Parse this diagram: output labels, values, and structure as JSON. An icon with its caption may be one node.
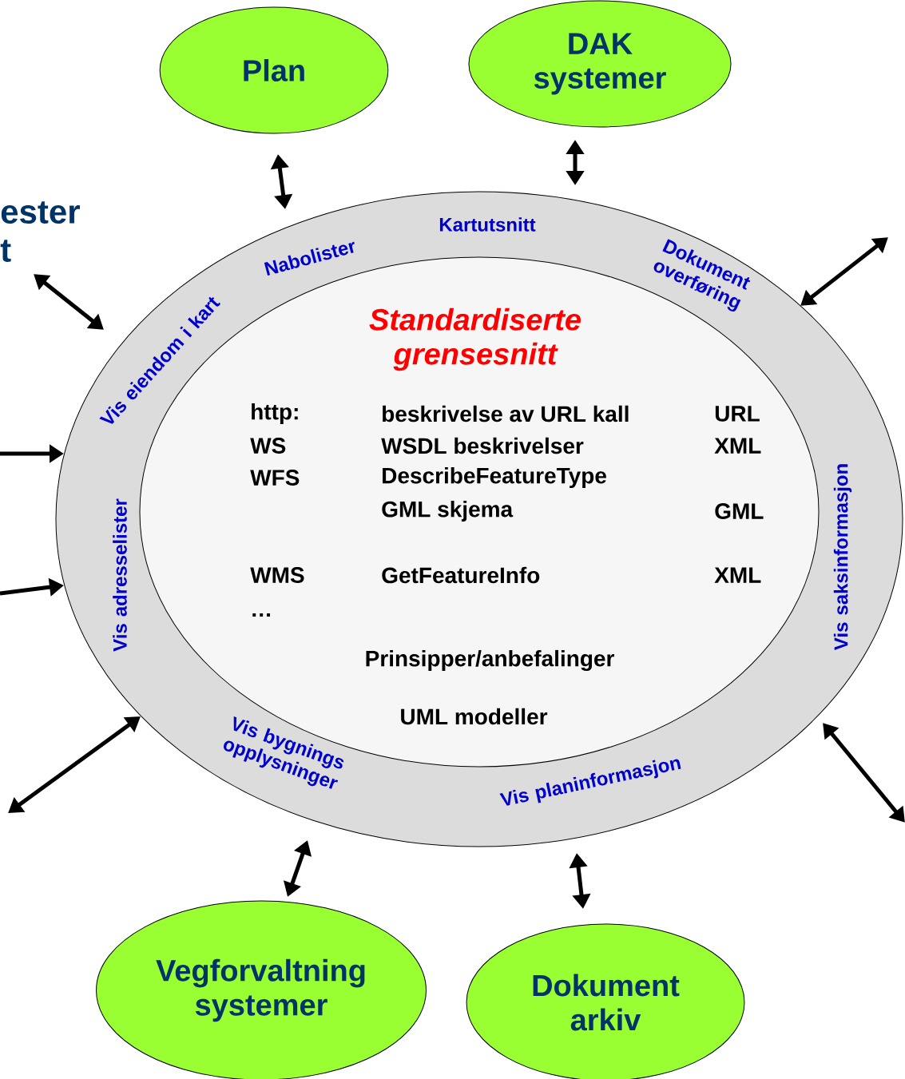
{
  "diagram": {
    "nodes": [
      {
        "text": [
          "Kartutsnitt",
          "Nabolister",
          "Dokument overføring",
          "Vis eiendom i kart",
          "Vis adresselister",
          "Vis saksinformasjon",
          "Vis bygnings opplysninger",
          "Vis planinformasjon"
        ]
      },
      {
        "text": [
          "Standardiserte grensesnitt",
          "Prinsipper/anbefalinger",
          "UML modeller"
        ],
        "in": 0
      },
      {
        "text": [
          "Plan"
        ]
      },
      {
        "text": [
          "DAK systemer"
        ]
      },
      {
        "text": [
          "Vegforvaltning systemer"
        ]
      },
      {
        "text": [
          "Dokument arkiv"
        ]
      },
      {
        "text": [
          "ester t"
        ]
      }
    ],
    "edges": [
      {
        "from": 2,
        "to": 0,
        "arrow": "both"
      },
      {
        "from": 3,
        "to": 0,
        "arrow": "both"
      },
      {
        "from": 4,
        "to": 0,
        "arrow": "both"
      },
      {
        "from": 5,
        "to": 0,
        "arrow": "both"
      },
      {
        "from": 6,
        "to": 0,
        "arrow": "both"
      },
      {
        "from": null,
        "to": 0,
        "arrow": "both"
      },
      {
        "from": null,
        "to": 0,
        "arrow": "both"
      },
      {
        "from": null,
        "to": 0,
        "arrow": "both"
      },
      {
        "from": null,
        "to": 0,
        "arrow": "to"
      },
      {
        "from": null,
        "to": 0,
        "arrow": "to"
      }
    ],
    "labels": [
      "http:",
      "beskrivelse av URL kall",
      "URL",
      "WS",
      "WSDL beskrivelser",
      "XML",
      "WFS",
      "DescribeFeatureType",
      "GML skjema",
      "GML",
      "WMS",
      "GetFeatureInfo",
      "XML",
      "…"
    ]
  }
}
